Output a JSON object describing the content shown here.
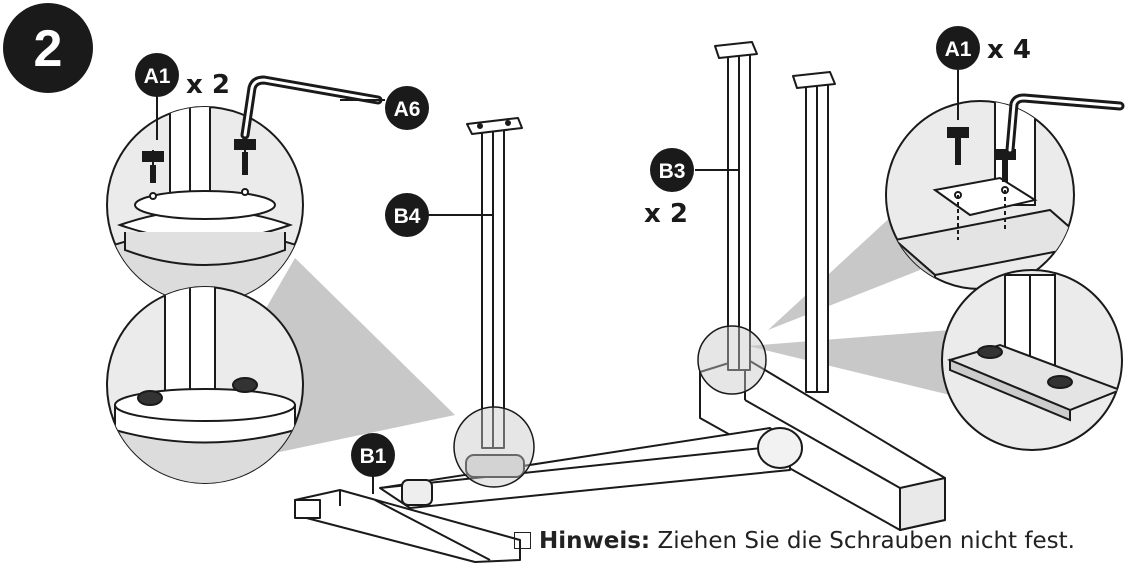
{
  "step_number": "2",
  "labels": {
    "a1_left": "A1",
    "a1_left_qty": "x 2",
    "a6": "A6",
    "b4": "B4",
    "b3": "B3",
    "b3_qty": "x 2",
    "a1_right": "A1",
    "a1_right_qty": "x 4",
    "b1": "B1"
  },
  "note": {
    "title": "Hinweis:",
    "text": "Ziehen Sie die Schrauben nicht fest."
  },
  "colors": {
    "ink": "#1a1a1a",
    "callout_fill": "#c8c8c8",
    "circle_fill": "#ebebeb",
    "part_fill": "#ffffff"
  }
}
